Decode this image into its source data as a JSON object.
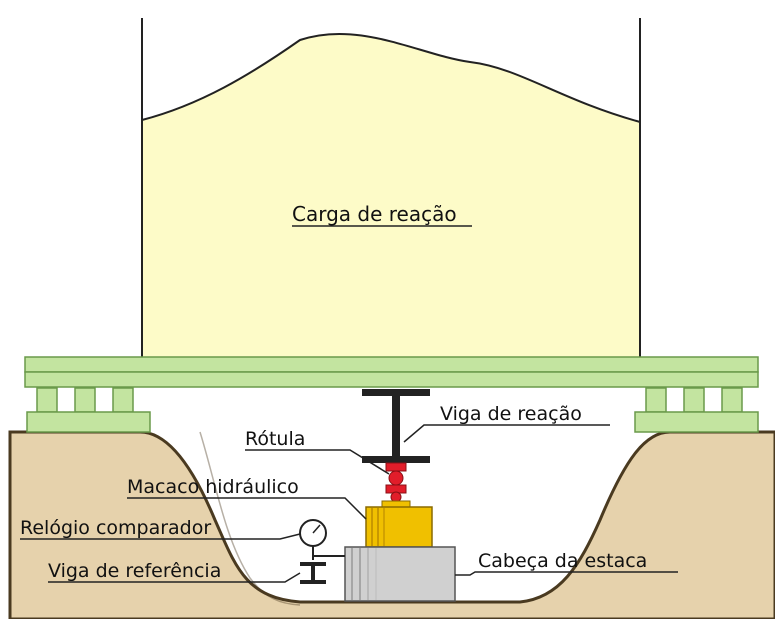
{
  "diagram": {
    "labels": {
      "load": "Carga de reação",
      "beam": "Viga de reação",
      "hinge": "Rótula",
      "jack": "Macaco hidráulico",
      "dial": "Relógio comparador",
      "ref_beam": "Viga de referência",
      "pile_head": "Cabeça da estaca"
    },
    "colors": {
      "load_fill": "#fdfbc8",
      "beam_fill": "#c3e4a0",
      "beam_stroke": "#6a9a4a",
      "soil_fill": "#e6d2ac",
      "soil_stroke": "#4a3a20",
      "jack_fill": "#f0c000",
      "jack_dark": "#c89800",
      "hinge_fill": "#e11d2a",
      "pile_fill": "#d0d0d0",
      "steel": "#222222"
    }
  }
}
